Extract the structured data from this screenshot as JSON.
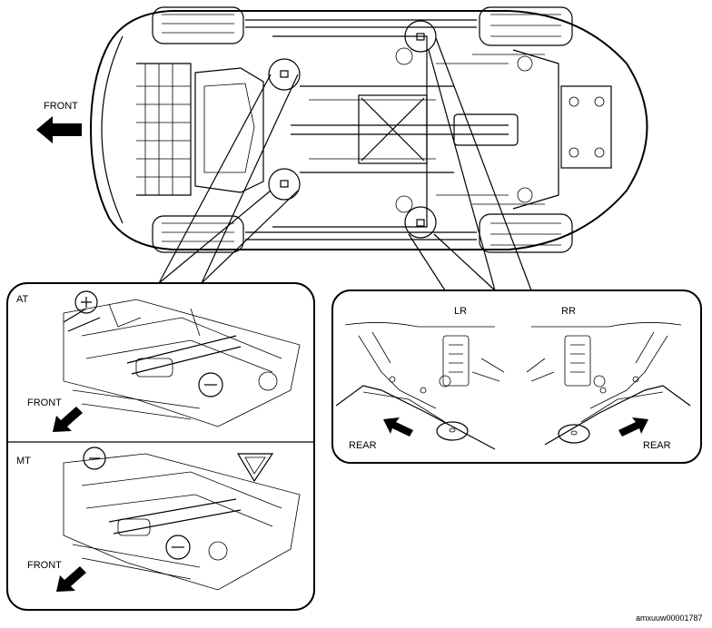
{
  "labels": {
    "front_main": "FRONT",
    "at_title": "AT",
    "at_front": "FRONT",
    "mt_title": "MT",
    "mt_front": "FRONT",
    "lr": "LR",
    "rr": "RR",
    "rear_left": "REAR",
    "rear_right": "REAR",
    "ref_code": "amxuuw00001787"
  },
  "icons": {
    "front_arrow": "left-arrow-icon",
    "at_front_arrow": "down-left-arrow-icon",
    "mt_front_arrow": "down-left-arrow-icon",
    "rear_left_arrow": "up-left-arrow-icon",
    "rear_right_arrow": "up-right-arrow-icon"
  }
}
